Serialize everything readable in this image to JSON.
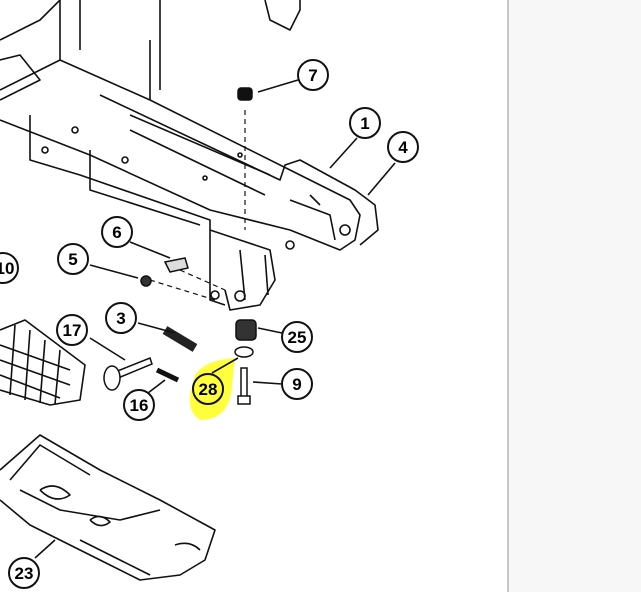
{
  "diagram": {
    "callouts": [
      {
        "id": "c7",
        "label": "7"
      },
      {
        "id": "c1",
        "label": "1"
      },
      {
        "id": "c4",
        "label": "4"
      },
      {
        "id": "c6",
        "label": "6"
      },
      {
        "id": "c5",
        "label": "5"
      },
      {
        "id": "c10",
        "label": "10"
      },
      {
        "id": "c3",
        "label": "3"
      },
      {
        "id": "c17",
        "label": "17"
      },
      {
        "id": "c25",
        "label": "25"
      },
      {
        "id": "c28",
        "label": "28"
      },
      {
        "id": "c9",
        "label": "9"
      },
      {
        "id": "c16",
        "label": "16"
      },
      {
        "id": "c23",
        "label": "23"
      }
    ],
    "highlight_color": "#ffff3c",
    "line_color": "#111111"
  }
}
